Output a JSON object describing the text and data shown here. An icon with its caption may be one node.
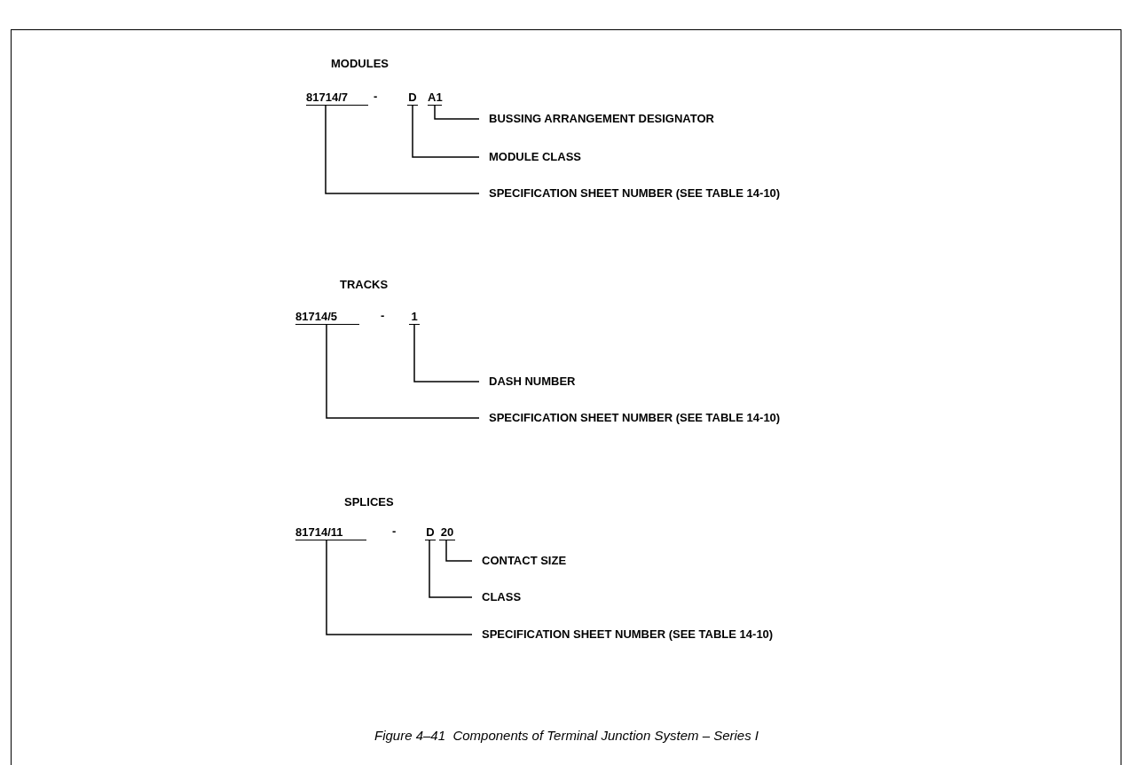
{
  "diagram": {
    "caption": "Figure 4–41  Components of Terminal Junction System – Series I",
    "nodes": [
      {
        "text": [
          "81714/7"
        ]
      },
      {
        "text": [
          "D"
        ]
      },
      {
        "text": [
          "A1"
        ]
      },
      {
        "text": [
          "BUSSING ARRANGEMENT DESIGNATOR"
        ]
      },
      {
        "text": [
          "MODULE CLASS"
        ]
      },
      {
        "text": [
          "SPECIFICATION SHEET NUMBER (SEE TABLE 14-10)"
        ]
      },
      {
        "text": [
          "81714/5"
        ]
      },
      {
        "text": [
          "1"
        ]
      },
      {
        "text": [
          "DASH NUMBER"
        ]
      },
      {
        "text": [
          "SPECIFICATION SHEET NUMBER (SEE TABLE 14-10)"
        ]
      },
      {
        "text": [
          "81714/11"
        ]
      },
      {
        "text": [
          "D"
        ]
      },
      {
        "text": [
          "20"
        ]
      },
      {
        "text": [
          "CONTACT SIZE"
        ]
      },
      {
        "text": [
          "CLASS"
        ]
      },
      {
        "text": [
          "SPECIFICATION SHEET NUMBER (SEE TABLE 14-10)"
        ]
      }
    ],
    "edges": [
      {
        "from": 2,
        "to": 3,
        "arrow": "none"
      },
      {
        "from": 1,
        "to": 4,
        "arrow": "none"
      },
      {
        "from": 0,
        "to": 5,
        "arrow": "none"
      },
      {
        "from": 7,
        "to": 8,
        "arrow": "none"
      },
      {
        "from": 6,
        "to": 9,
        "arrow": "none"
      },
      {
        "from": 12,
        "to": 13,
        "arrow": "none"
      },
      {
        "from": 11,
        "to": 14,
        "arrow": "none"
      },
      {
        "from": 10,
        "to": 15,
        "arrow": "none"
      }
    ],
    "labels": [
      "MODULES",
      "-",
      "TRACKS",
      "-",
      "SPLICES",
      "-"
    ]
  }
}
